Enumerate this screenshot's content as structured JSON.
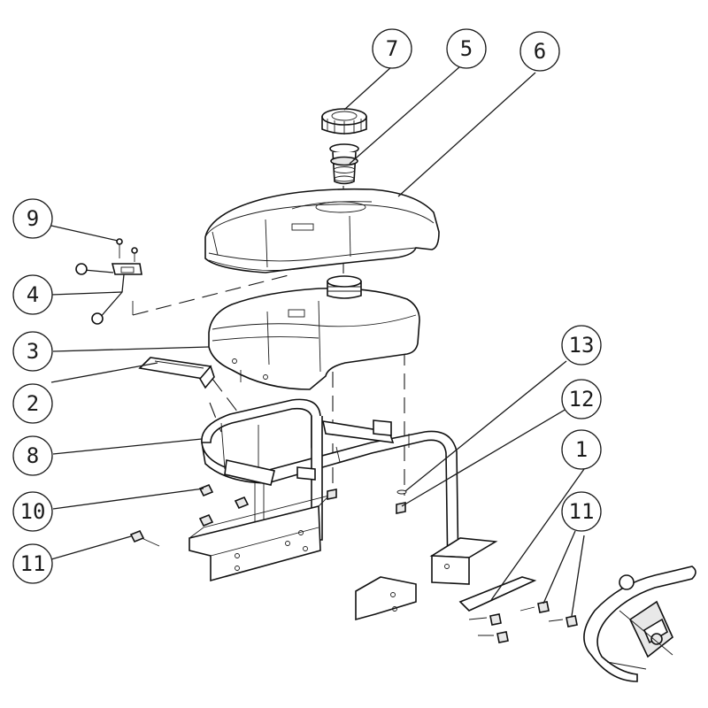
{
  "callouts": [
    {
      "id": "callout-7",
      "label": "7"
    },
    {
      "id": "callout-5",
      "label": "5"
    },
    {
      "id": "callout-6",
      "label": "6"
    },
    {
      "id": "callout-9",
      "label": "9"
    },
    {
      "id": "callout-4",
      "label": "4"
    },
    {
      "id": "callout-3",
      "label": "3"
    },
    {
      "id": "callout-2",
      "label": "2"
    },
    {
      "id": "callout-8",
      "label": "8"
    },
    {
      "id": "callout-10",
      "label": "10"
    },
    {
      "id": "callout-11a",
      "label": "11"
    },
    {
      "id": "callout-13",
      "label": "13"
    },
    {
      "id": "callout-12",
      "label": "12"
    },
    {
      "id": "callout-1",
      "label": "1"
    },
    {
      "id": "callout-11b",
      "label": "11"
    }
  ]
}
